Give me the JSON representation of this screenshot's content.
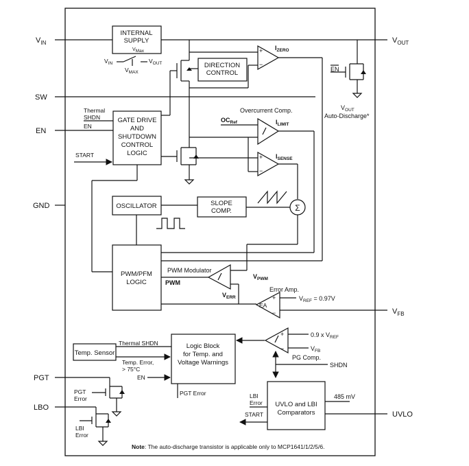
{
  "pins": {
    "vin": "V",
    "vin_sub": "IN",
    "sw": "SW",
    "en": "EN",
    "gnd": "GND",
    "pgt": "PGT",
    "lbo": "LBO",
    "vout": "V",
    "vout_sub": "OUT",
    "vfb": "V",
    "vfb_sub": "FB",
    "uvlo": "UVLO"
  },
  "blocks": {
    "internal_supply": [
      "INTERNAL",
      "SUPPLY"
    ],
    "internal_supply_vmax": "V",
    "internal_supply_vmax_sub": "Max",
    "direction_control": [
      "DIRECTION",
      "CONTROL"
    ],
    "gate_drive": [
      "GATE DRIVE",
      "AND",
      "SHUTDOWN",
      "CONTROL",
      "LOGIC"
    ],
    "oscillator": "OSCILLATOR",
    "slope_comp": [
      "SLOPE",
      "COMP."
    ],
    "pwm_logic": [
      "PWM/PFM",
      "LOGIC"
    ],
    "temp_sensor": "Temp. Sensor",
    "logic_block": [
      "Logic Block",
      "for Temp. and",
      "Voltage Warnings"
    ],
    "uvlo_lbi": [
      "UVLO and LBI",
      "Comparators"
    ]
  },
  "labels": {
    "switch_vin": "V",
    "switch_vin_sub": "IN",
    "switch_vout": "V",
    "switch_vout_sub": "OUT",
    "switch_vmax": "V",
    "switch_vmax_sub": "MAX",
    "thermal_shdn_1": "Thermal",
    "thermal_shdn_2": "SHDN",
    "en_input": "EN",
    "start": "START",
    "izero": "I",
    "izero_sub": "ZERO",
    "overcurrent": "Overcurrent Comp.",
    "ocref": "OC",
    "ocref_sub": "Ref",
    "ilimit": "I",
    "ilimit_sub": "LIMIT",
    "isense": "I",
    "isense_sub": "SENSE",
    "sigma": "Σ",
    "pwm_modulator": "PWM Modulator",
    "pwm": "PWM",
    "vpwm": "V",
    "vpwm_sub": "PWM",
    "verr": "V",
    "verr_sub": "ERR",
    "error_amp": "Error Amp.",
    "ea": "EA",
    "vref": "V",
    "vref_sub": "REF",
    "vref_val": " = 0.97V",
    "en_bar": "EN",
    "vout_ad": "V",
    "vout_ad_sub": "OUT",
    "auto_discharge": "Auto-Discharge*",
    "thermal_shdn_out": "Thermal SHDN",
    "temp_error_1": "Temp. Error,",
    "temp_error_2": "> 75°C",
    "logic_en": "EN",
    "pgt_error_in": "PGT Error",
    "pg_ref": "0.9 x V",
    "pg_ref_sub": "REF",
    "pg_vfb": "V",
    "pg_vfb_sub": "FB",
    "pg_comp": "PG Comp.",
    "shdn": "SHDN",
    "lbi_error_1": "LBI",
    "lbi_error_2": "Error",
    "start_out": "START",
    "uvlo_485": "485 mV",
    "pgt_error_1": "PGT",
    "pgt_error_2": "Error",
    "lbi_error_t1": "LBI",
    "lbi_error_t2": "Error"
  },
  "note": {
    "prefix": "Note",
    "text": ": The auto-discharge transistor is applicable only to MCP1641/1/2/5/6."
  }
}
